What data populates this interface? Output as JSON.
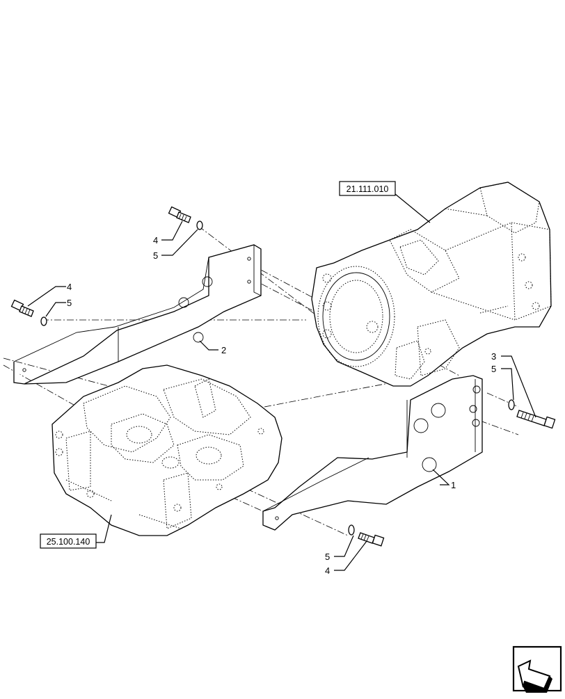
{
  "references": {
    "transmission": "21.111.010",
    "rear_axle": "25.100.140"
  },
  "callouts": {
    "bracket_right": "1",
    "bracket_left": "2",
    "bolt_long": "3",
    "bolt_a": "4",
    "washer_a": "5",
    "bolt_b": "4",
    "washer_b": "5",
    "washer_c": "5",
    "washer_d": "5",
    "bolt_c": "4"
  },
  "icons": {
    "corner": "navigation-arrow-icon"
  }
}
